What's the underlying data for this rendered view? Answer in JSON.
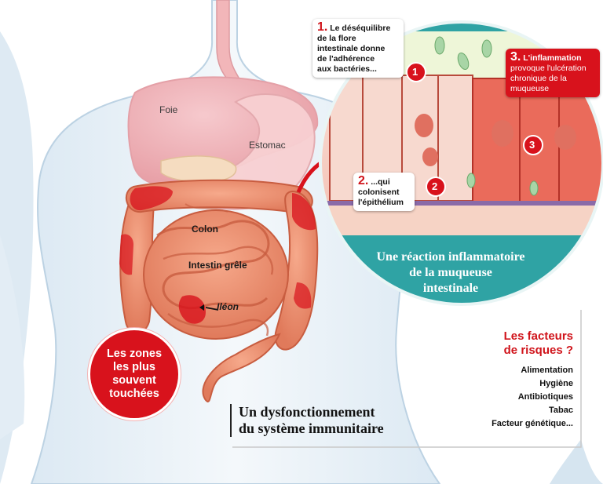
{
  "organs": {
    "foie": "Foie",
    "estomac": "Estomac",
    "colon": "Colon",
    "intestin": "Intestin grêle",
    "ileon": "Iléon"
  },
  "zones": {
    "line1": "Les zones",
    "line2": "les plus",
    "line3": "souvent",
    "line4": "touchées"
  },
  "steps": [
    {
      "num": "1.",
      "lines": [
        "Le déséquilibre",
        "de la flore",
        "intestinale donne",
        "de l'adhérence",
        "aux bactéries..."
      ]
    },
    {
      "num": "2.",
      "lines": [
        "...qui",
        "colonisent",
        "l'épithélium"
      ]
    },
    {
      "num": "3.",
      "lines": [
        "L'inflammation",
        "provoque l'ulcération",
        "chronique de la",
        "muqueuse"
      ]
    }
  ],
  "markers": [
    "1",
    "2",
    "3"
  ],
  "reaction": {
    "line1": "Une réaction inflammatoire",
    "line2": "de la muqueuse",
    "line3": "intestinale"
  },
  "factors": {
    "title1": "Les facteurs",
    "title2": "de risques ?",
    "items": [
      "Alimentation",
      "Hygiène",
      "Antibiotiques",
      "Tabac",
      "Facteur génétique..."
    ]
  },
  "dysfunction": {
    "line1": "Un dysfonctionnement",
    "line2": "du système immunitaire"
  },
  "colors": {
    "accent_red": "#d8121c",
    "teal": "#2fa3a4",
    "body_blue": "#cfe0ee"
  }
}
